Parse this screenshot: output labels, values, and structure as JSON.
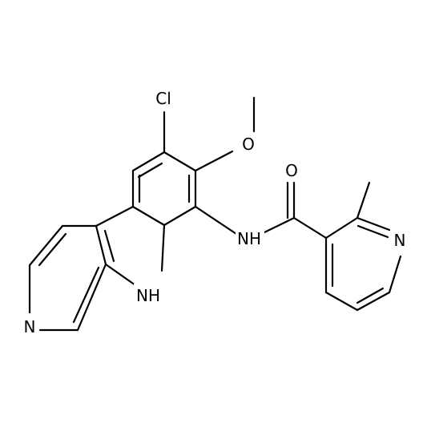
{
  "atoms": {
    "chlorine": "Cl",
    "methoxy_oxygen": "O",
    "carbonyl_oxygen": "O",
    "amide_nh": "NH",
    "indole_nh": "NH",
    "pyridine_n_left": "N",
    "pyridine_n_right": "N"
  },
  "colors": {
    "bond": "#000000",
    "carbon_chlorine": "#000000",
    "oxygen": "#000000",
    "nitrogen": "#000000"
  }
}
